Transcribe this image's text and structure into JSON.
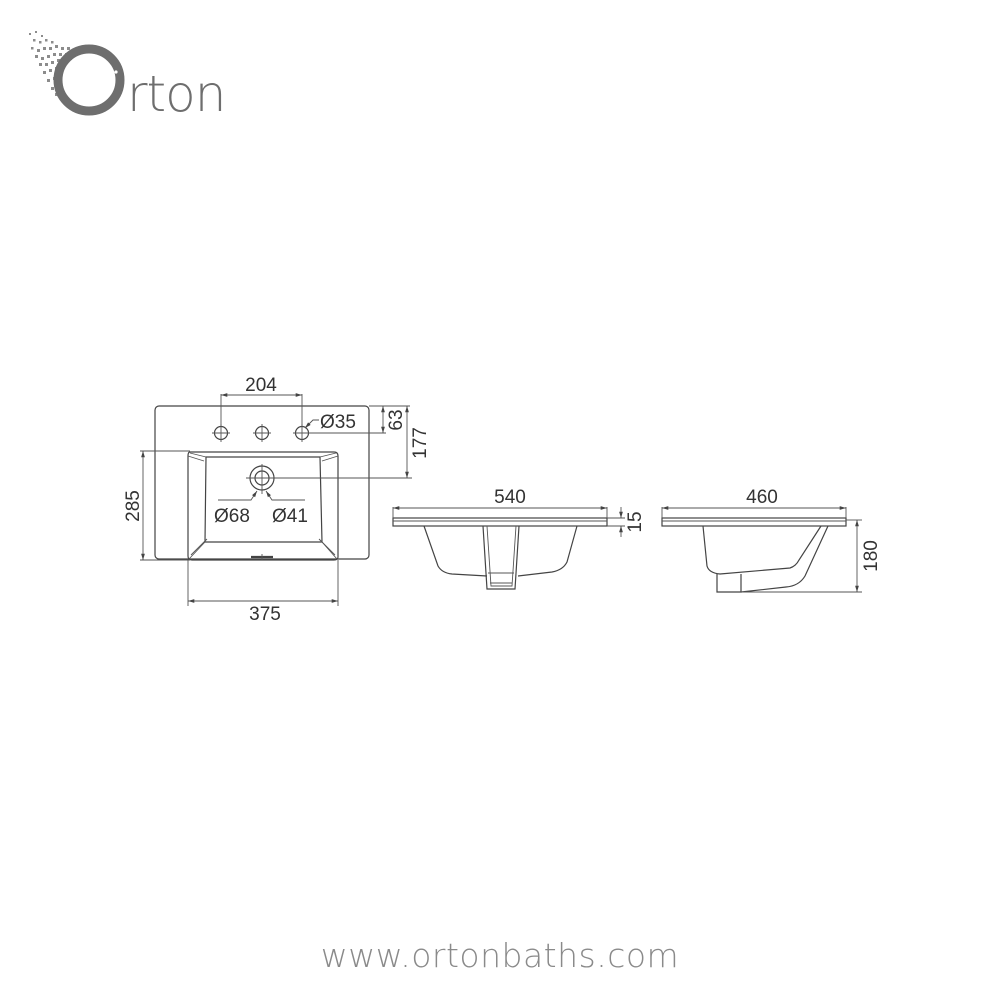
{
  "brand": {
    "logo_text": "Orton",
    "logo_color": "#6e6e6e",
    "website": "www.ortonbaths.com"
  },
  "drawing": {
    "line_color": "#444444",
    "top_view": {
      "tap_hole_spacing": "204",
      "tap_hole_diameter": "Ø35",
      "tap_hole_offset_from_back": "63",
      "drain_offset_from_back": "177",
      "bowl_depth_dimension": "285",
      "bowl_width_dimension": "375",
      "drain_outer_diameter": "Ø68",
      "drain_inner_diameter": "Ø41"
    },
    "front_view": {
      "overall_width": "540",
      "rim_thickness": "15"
    },
    "side_view": {
      "overall_depth": "460",
      "overall_height": "180"
    }
  }
}
